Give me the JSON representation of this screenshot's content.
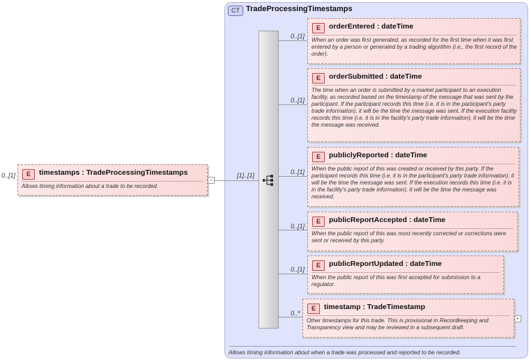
{
  "root": {
    "cardinality": "0..[1]",
    "badge": "E",
    "name": "timestamps",
    "separator": ":",
    "type": "TradeProcessingTimestamps",
    "description": "Allows timing information about a trade to be recorded.",
    "collapse_glyph": "−"
  },
  "complex_type": {
    "badge": "CT",
    "name": "TradeProcessingTimestamps",
    "sequence_cardinality": "[1]..[1]",
    "description": "Allows timing information about when a trade was processed and reported to be recorded."
  },
  "elements": [
    {
      "cardinality": "0..[1]",
      "badge": "E",
      "name": "orderEntered",
      "separator": ":",
      "type": "dateTime",
      "description": "When an order was first generated, as recorded for the first time when it was first entered by a person or generated by a trading algorithm (i.e., the first record of the order)."
    },
    {
      "cardinality": "0..[1]",
      "badge": "E",
      "name": "orderSubmitted",
      "separator": ":",
      "type": "dateTime",
      "description": "The time when an order is submitted by a market participant to an execution facility, as recorded based on the timestamp of the message that was sent by the participant. If the participant records this time (i.e. it is in the participant's party trade information), it will be the time the message was sent. If the execution facility records this time (i.e. it is in the facility's party trade information), it will be the time the message was received."
    },
    {
      "cardinality": "0..[1]",
      "badge": "E",
      "name": "publiclyReported",
      "separator": ":",
      "type": "dateTime",
      "description": "When the public report of this was created or received by this party. If the participant records this time (i.e. it is in the participant's party trade information), it will be the time the message was sent. If the execution records this time (i.e. it is in the facility's party trade information), it will be the time the message was received."
    },
    {
      "cardinality": "0..[1]",
      "badge": "E",
      "name": "publicReportAccepted",
      "separator": ":",
      "type": "dateTime",
      "description": "When the public report of this was most recently corrected or corrections were sent or received by this party."
    },
    {
      "cardinality": "0..[1]",
      "badge": "E",
      "name": "publicReportUpdated",
      "separator": ":",
      "type": "dateTime",
      "description": "When the public report of this was first accepted for submission to a regulator."
    },
    {
      "cardinality": "0..*",
      "badge": "E",
      "name": "timestamp",
      "separator": ":",
      "type": "TradeTimestamp",
      "description": "Other timestamps for this trade. This is provisional in Recordkeeping and Transparency view and may be reviewed in a subsequent draft.",
      "expand_glyph": "+"
    }
  ]
}
